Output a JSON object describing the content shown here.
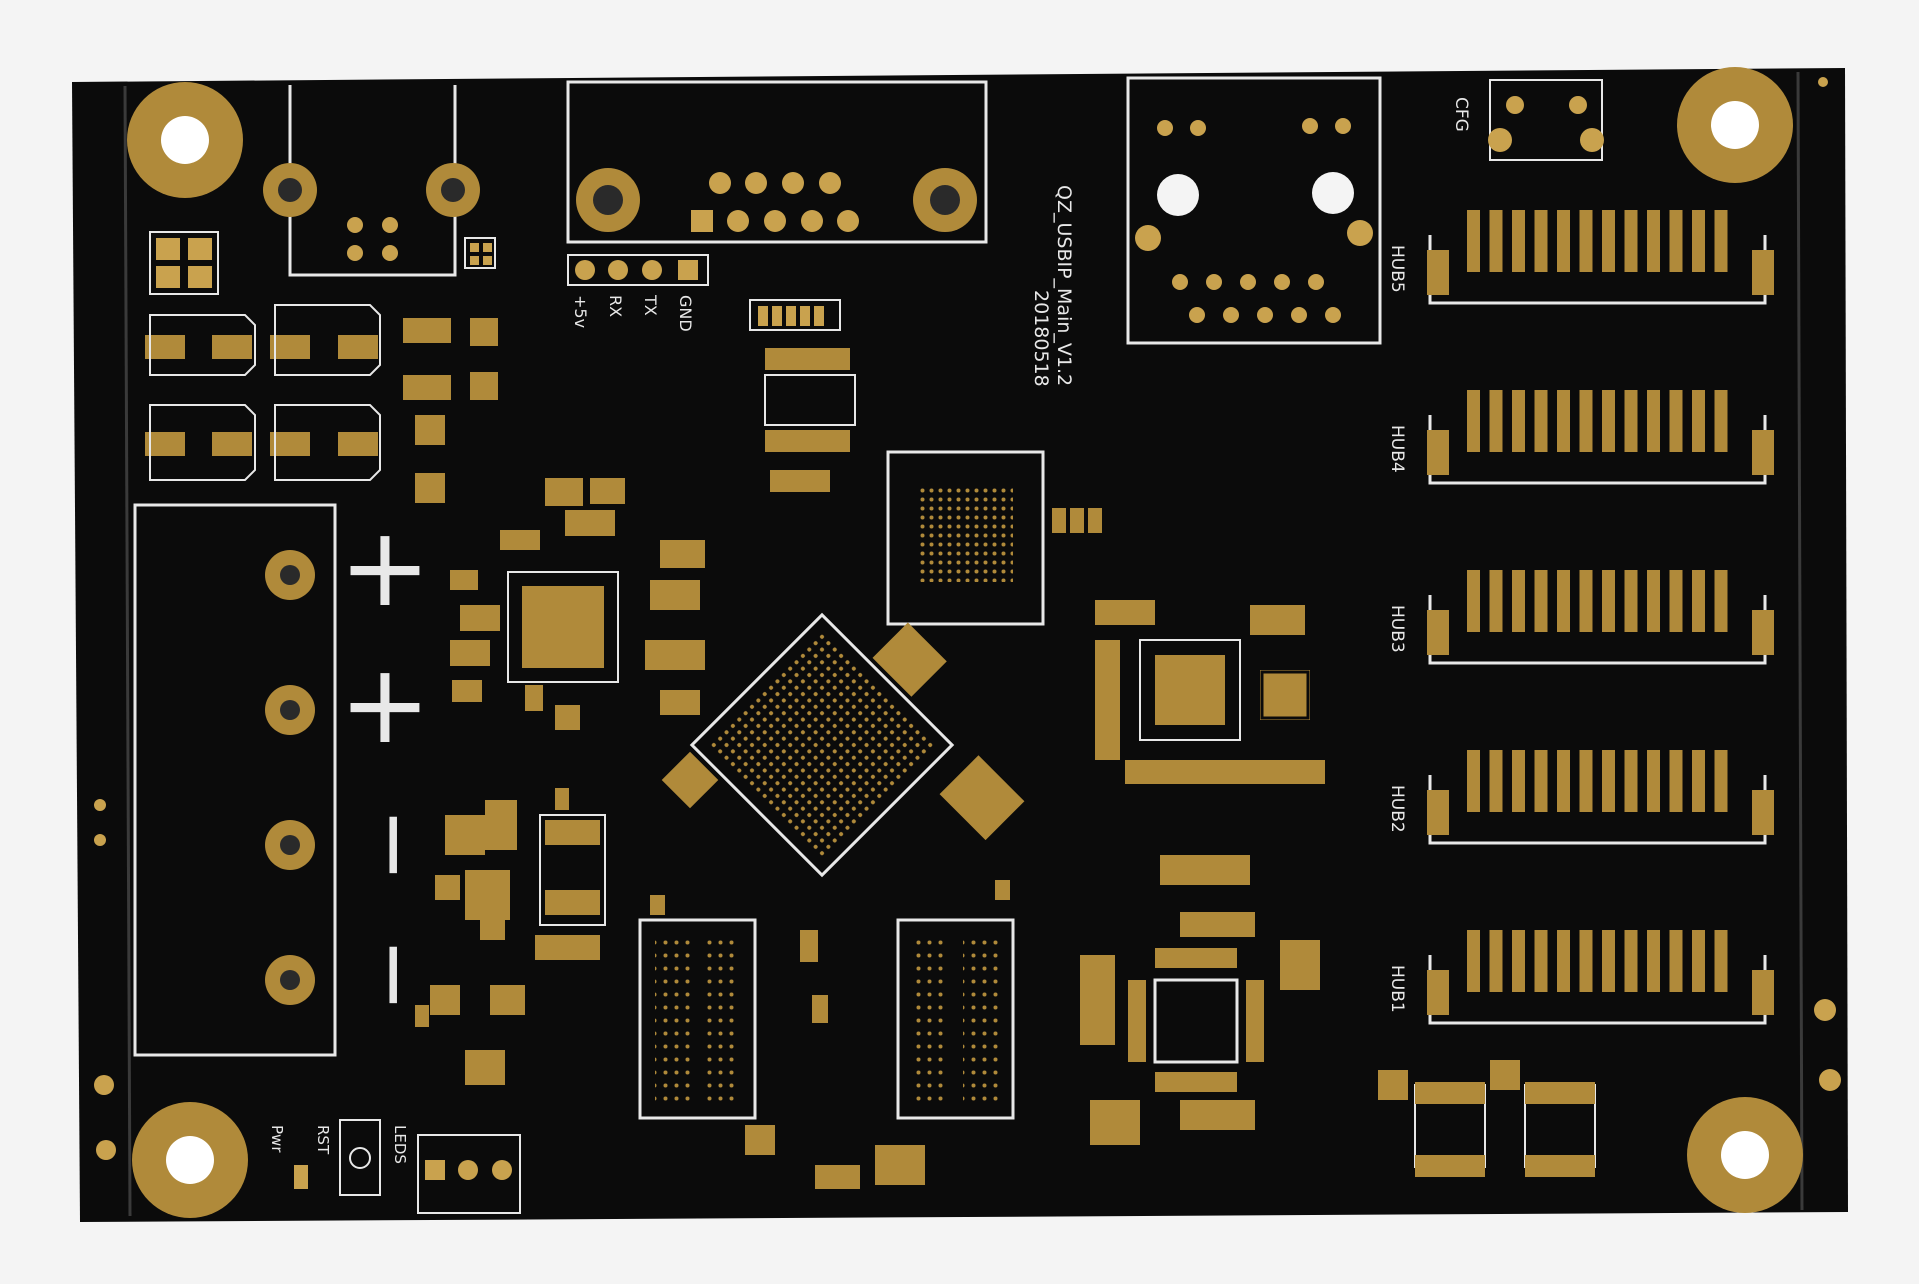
{
  "colors": {
    "background": "#f4f4f4",
    "board": "#0b0b0b",
    "gold": "#b08a3a",
    "gold_light": "#c9a24e",
    "silk": "#e8e8e8"
  },
  "board": {
    "title_line1": "QZ_USBIP_Main_V1.2",
    "title_line2": "20180518",
    "hub_labels": [
      "HUB5",
      "HUB4",
      "HUB3",
      "HUB2",
      "HUB1"
    ],
    "cfg_label": "CFG",
    "uart_labels": [
      "+5v",
      "RX",
      "TX",
      "GND"
    ],
    "rst_label": "RST",
    "pwr_label": "Pwr",
    "leds_label": "LEDS",
    "power_signs": [
      "+",
      "+",
      "−",
      "−"
    ]
  }
}
